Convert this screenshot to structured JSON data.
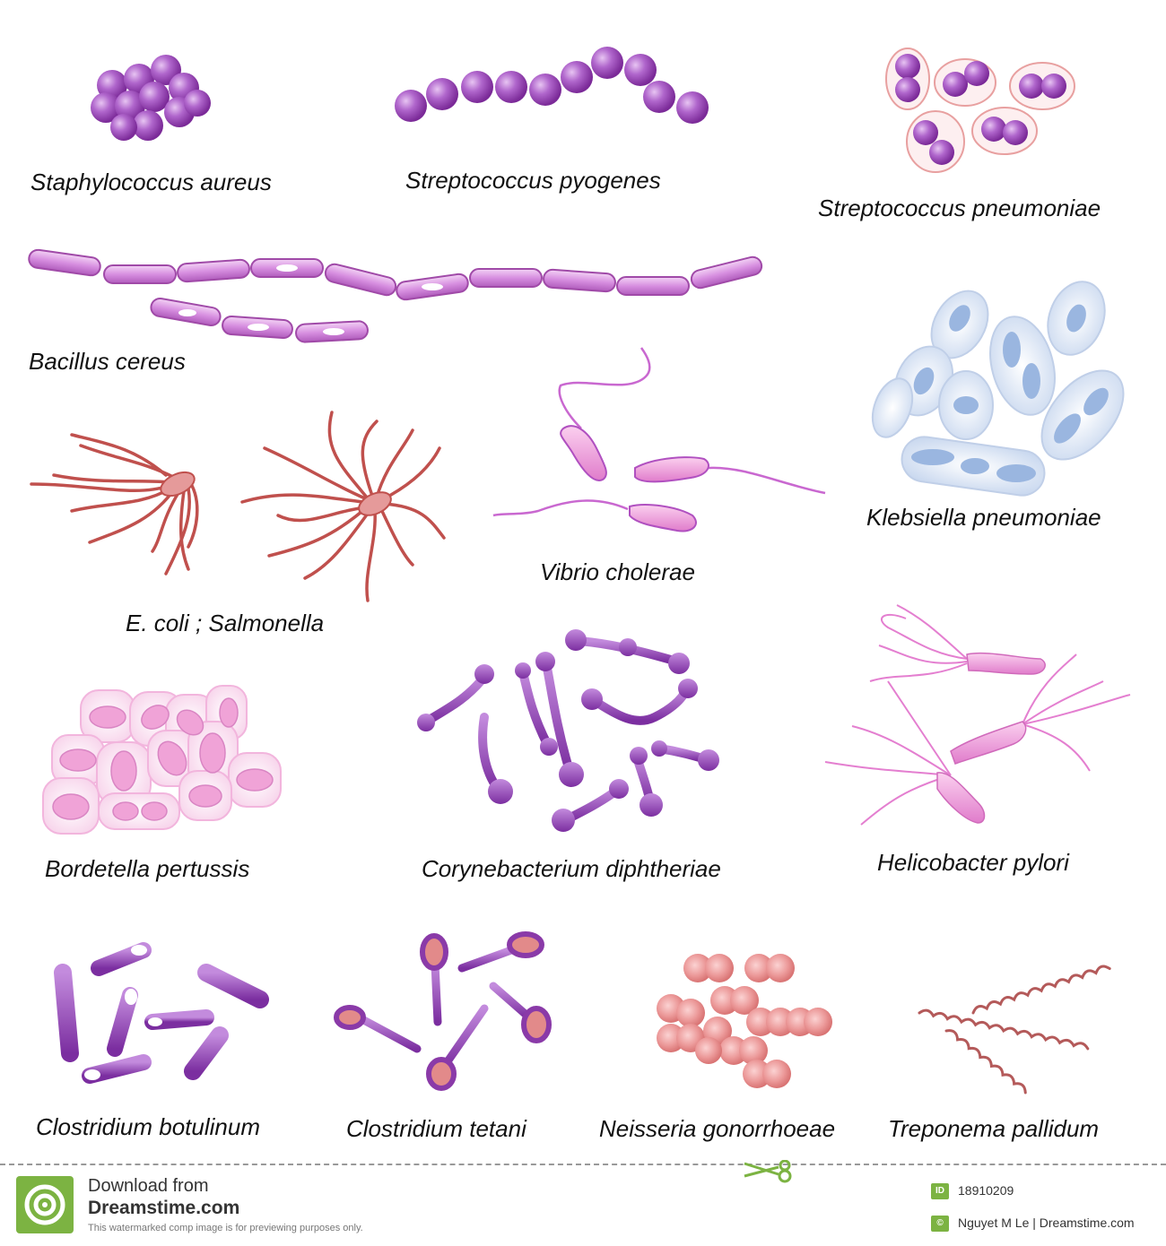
{
  "labels": {
    "staph": "Staphylococcus aureus",
    "strep_pyo": "Streptococcus pyogenes",
    "strep_pneu": "Streptococcus pneumoniae",
    "bacillus": "Bacillus cereus",
    "klebsiella": "Klebsiella pneumoniae",
    "ecoli": "E. coli ; Salmonella",
    "vibrio": "Vibrio cholerae",
    "bordetella": "Bordetella pertussis",
    "coryne": "Corynebacterium diphtheriae",
    "helico": "Helicobacter pylori",
    "clost_bot": "Clostridium botulinum",
    "clost_tet": "Clostridium tetani",
    "neisseria": "Neisseria gonorrhoeae",
    "treponema": "Treponema pallidum"
  },
  "footer": {
    "download_line": "Download from",
    "site_name": "Dreamstime.com",
    "notice": "This watermarked comp image is for previewing purposes only.",
    "id_badge": "ID",
    "image_id": "18910209",
    "copyright_badge": "©",
    "credit": "Nguyet M Le  | Dreamstime.com"
  },
  "colors": {
    "purple": "#a050c0",
    "violet": "#8a3aa8",
    "rod_pink": "#d98be0",
    "red_flagella": "#c0504d",
    "light_blue": "#b8cdea",
    "pink": "#f0a8d8",
    "salmon": "#e88a8a",
    "footer_green": "#7cb342"
  }
}
